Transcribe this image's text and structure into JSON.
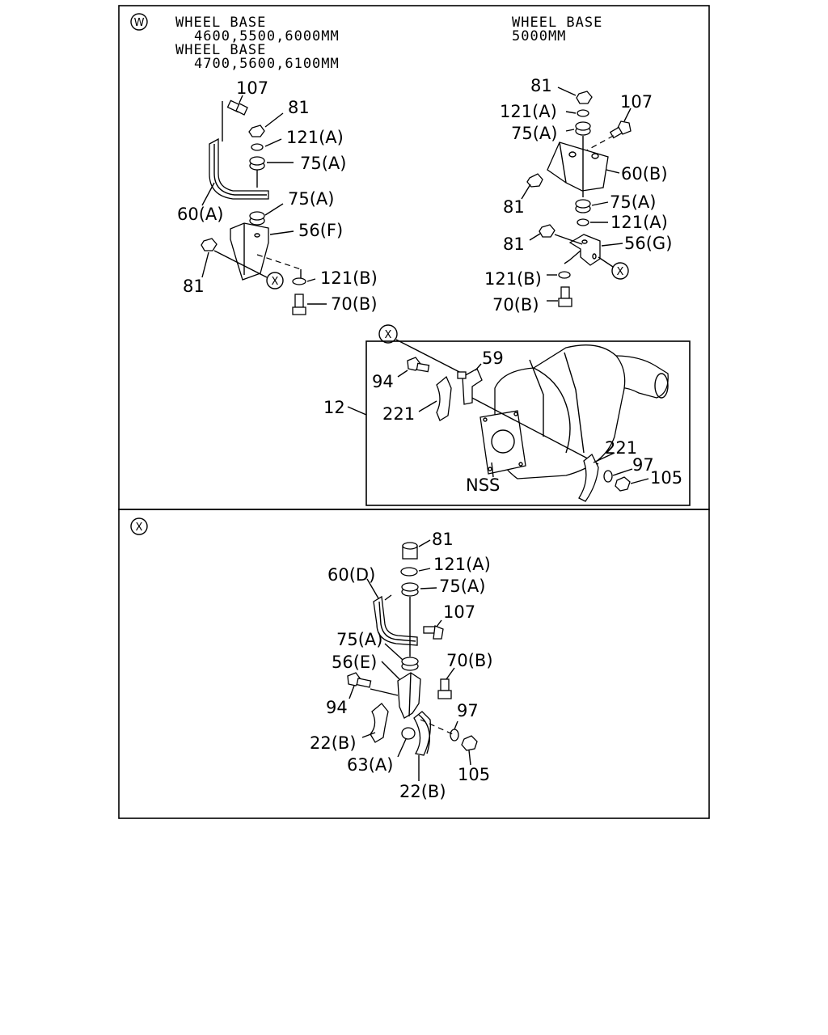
{
  "panel_top": {
    "marker": "W",
    "header_left": [
      "WHEEL BASE",
      "4600,5500,6000MM",
      "WHEEL BASE",
      "4700,5600,6100MM"
    ],
    "header_right": [
      "WHEEL BASE",
      "5000MM"
    ],
    "left_callouts": [
      "107",
      "81",
      "121(A)",
      "75(A)",
      "60(A)",
      "75(A)",
      "56(F)",
      "81",
      "121(B)",
      "70(B)"
    ],
    "left_ref_marker": "X",
    "right_callouts": [
      "81",
      "121(A)",
      "107",
      "75(A)",
      "60(B)",
      "81",
      "75(A)",
      "121(A)",
      "81",
      "56(G)",
      "121(B)",
      "70(B)"
    ],
    "right_ref_marker": "X",
    "muffler_marker": "X",
    "muffler_callouts": [
      "59",
      "94",
      "12",
      "221",
      "221",
      "97",
      "NSS",
      "105"
    ]
  },
  "panel_bottom": {
    "marker": "X",
    "callouts": [
      "81",
      "121(A)",
      "60(D)",
      "75(A)",
      "107",
      "75(A)",
      "56(E)",
      "70(B)",
      "94",
      "97",
      "22(B)",
      "63(A)",
      "105",
      "22(B)"
    ]
  }
}
